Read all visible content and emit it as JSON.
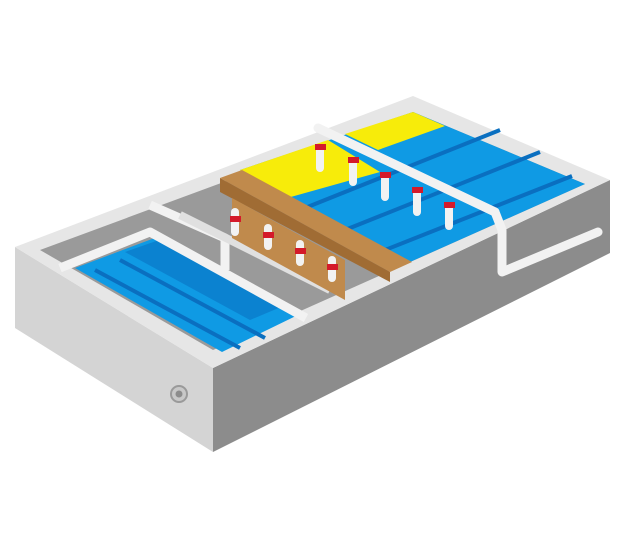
{
  "illustration": {
    "subject": "isometric-water-treatment-tank",
    "labels": [],
    "colors": {
      "concrete_light": "#e4e4e4",
      "concrete_mid": "#c8c8c8",
      "concrete_dark": "#8c8c8c",
      "concrete_floor": "#9a9a9a",
      "water": "#0f9ae4",
      "water_stripe": "#0a6fc0",
      "pipe": "#f2f2f2",
      "pipe_joint": "#d41a2a",
      "beam": "#c08a4c",
      "beam_dark": "#a06c34",
      "yellow_zone": "#f7ec0a",
      "drain_port": "#9a9a9a"
    },
    "parts": [
      "outer-tank",
      "inlet-pool",
      "treatment-basin",
      "aeration-pipes",
      "support-beam",
      "overflow-pipe",
      "drain-port"
    ]
  }
}
